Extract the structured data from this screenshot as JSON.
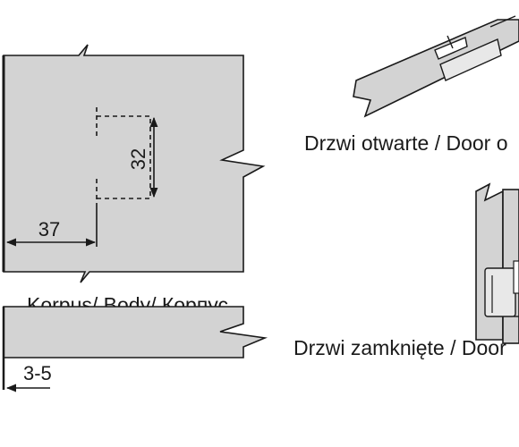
{
  "labels": {
    "body": "Korpus/ Body/ Корпус",
    "door_open": "Drzwi otwarte / Door o",
    "door_closed": "Drzwi zamknięte / Door"
  },
  "dimensions": {
    "hole_spacing": "32",
    "edge_distance": "37",
    "overlay": "3-5"
  },
  "colors": {
    "panel_fill": "#d3d3d3",
    "stroke": "#1a1a1a",
    "background": "#ffffff"
  }
}
